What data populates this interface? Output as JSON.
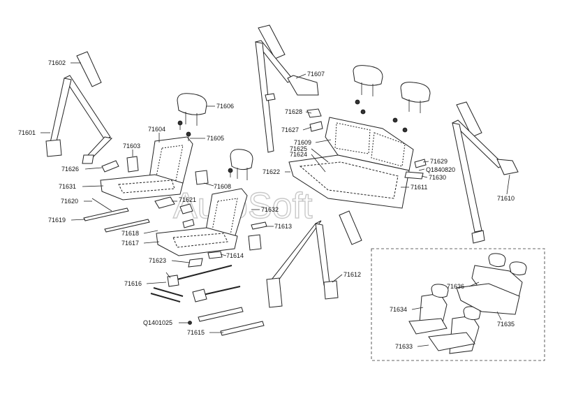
{
  "watermark": "AutoSoft",
  "labels": {
    "l71602": "71602",
    "l71601": "71601",
    "l71626": "71626",
    "l71603": "71603",
    "l71604": "71604",
    "l71606": "71606",
    "l71605": "71605",
    "l71631": "71631",
    "l71620": "71620",
    "l71619": "71619",
    "l71618": "71618",
    "l71617": "71617",
    "l71621": "71621",
    "l71608": "71608",
    "l71632": "71632",
    "l71613": "71613",
    "l71614": "71614",
    "l71623": "71623",
    "l71616": "71616",
    "lQ1401025": "Q1401025",
    "l71615": "71615",
    "l71612": "71612",
    "l71622": "71622",
    "l71607": "71607",
    "l71628": "71628",
    "l71627": "71627",
    "l71609": "71609",
    "l71625": "71625",
    "l71624": "71624",
    "l71629": "71629",
    "lQ1840820": "Q1840820",
    "l71630": "71630",
    "l71611": "71611",
    "l71610": "71610",
    "l71636": "71636",
    "l71634": "71634",
    "l71635": "71635",
    "l71633": "71633"
  }
}
